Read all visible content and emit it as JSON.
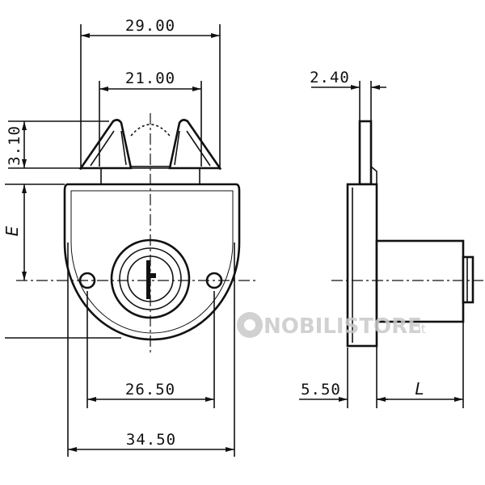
{
  "drawing": {
    "dimensions": {
      "top_outer_width": "29.00",
      "top_inner_width": "21.00",
      "bolt_height": "3.10",
      "offset_e": "E",
      "hole_spacing": "26.50",
      "body_width": "34.50",
      "bolt_thickness": "2.40",
      "plate_thickness": "5.50",
      "cylinder_length": "L"
    },
    "watermark": {
      "brand": "NOBILISTORE",
      "suffix": ".it"
    }
  }
}
